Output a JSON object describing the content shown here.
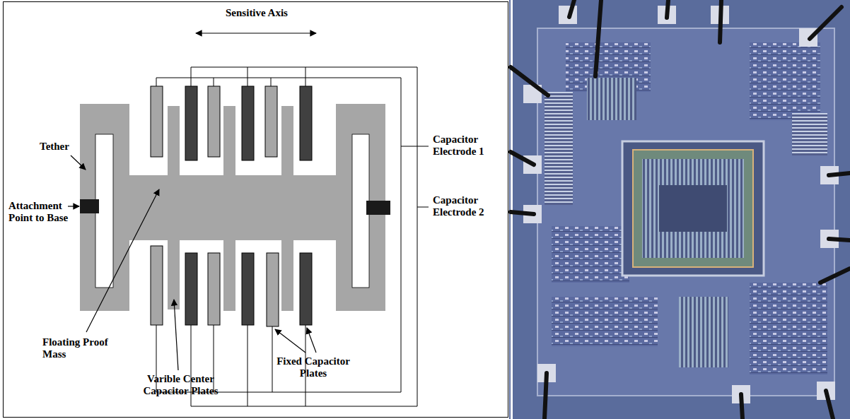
{
  "diagram": {
    "labels": [
      "Sensitive Axis",
      "Tether",
      "Attachment Point to Base",
      "Floating Proof Mass",
      "Varible Center Capacitor Plates",
      "Fixed Capacitor Plates",
      "Capacitor Electrode 1",
      "Capacitor Electrode 2"
    ]
  }
}
